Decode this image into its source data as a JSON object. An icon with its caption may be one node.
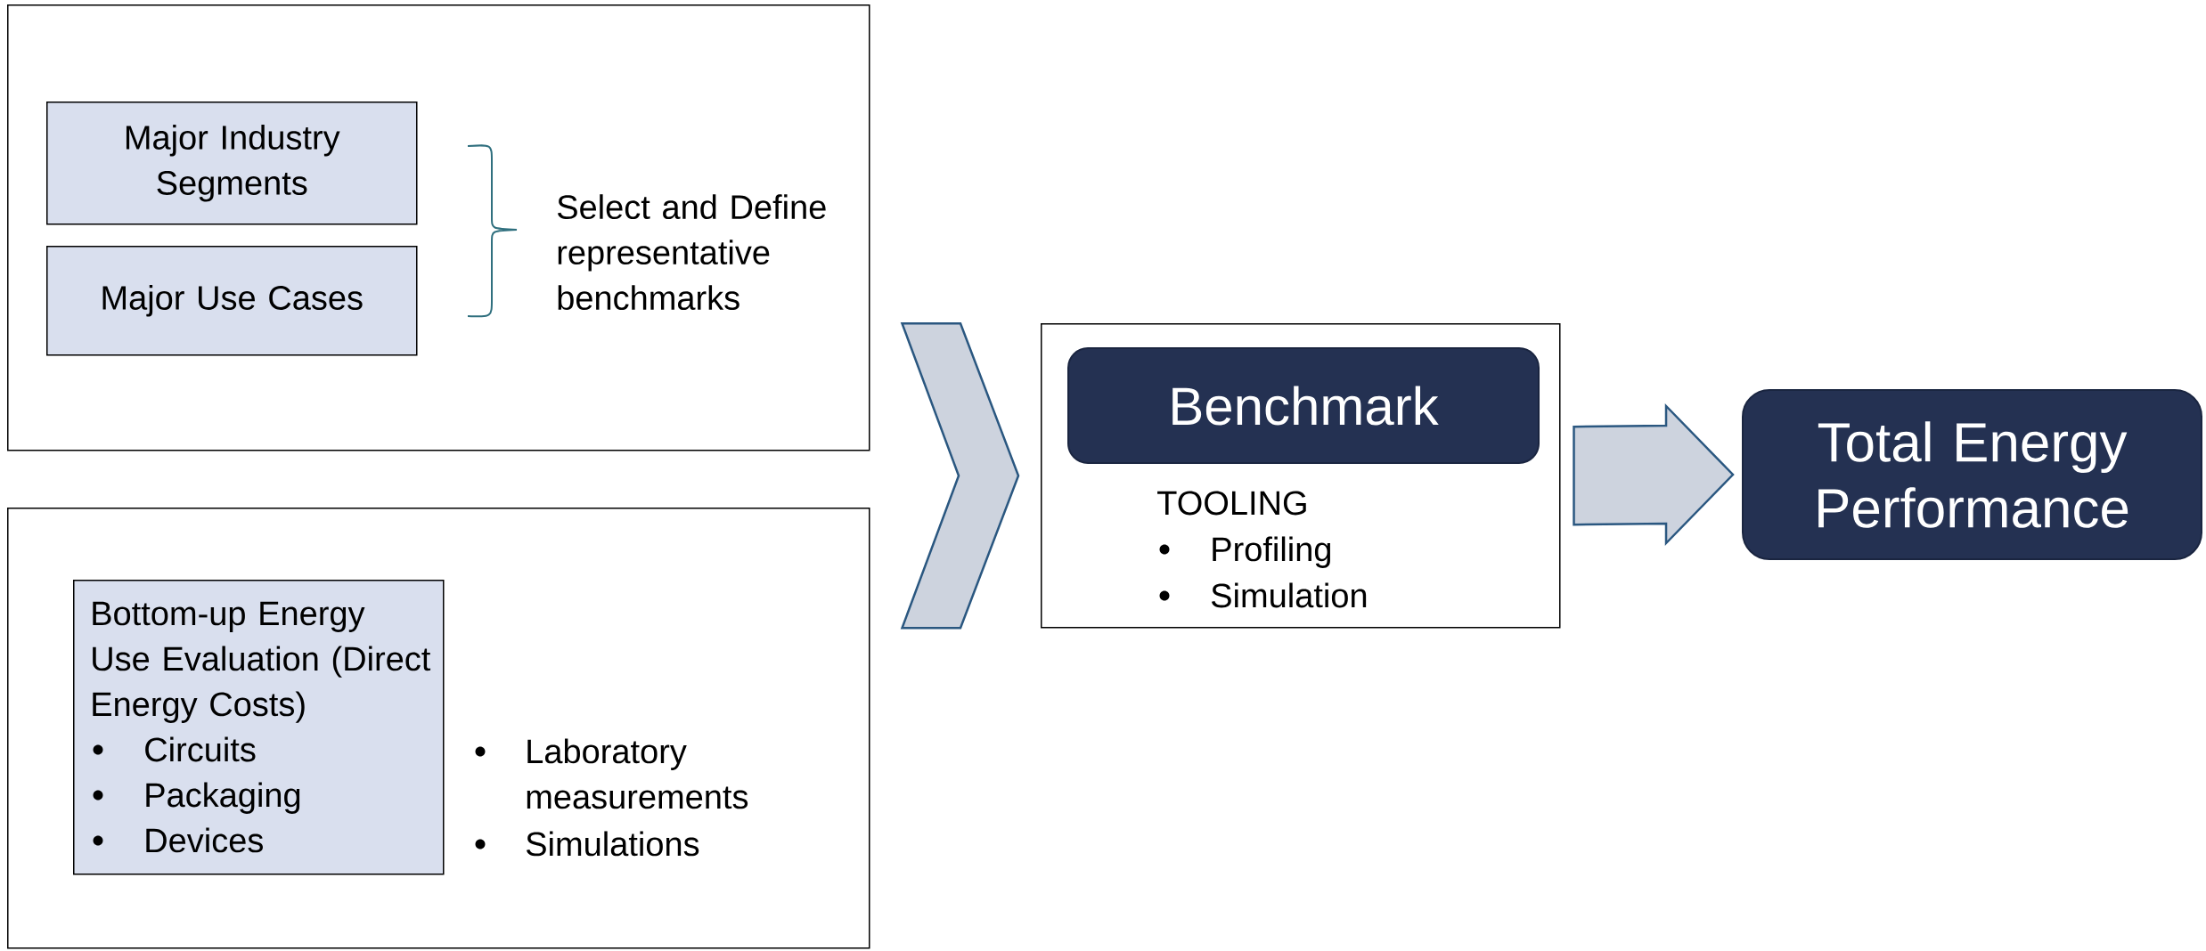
{
  "diagram": {
    "nodes": [
      {
        "text": [],
        "shape": "box"
      },
      {
        "text": [
          "Major Industry Segments"
        ],
        "in": 0
      },
      {
        "text": [
          "Major Use Cases"
        ],
        "in": 0
      },
      {
        "text": [],
        "shape": "box"
      },
      {
        "text": [
          "Bottom-up Energy Use Evaluation (Direct Energy Costs)",
          "Circuits",
          "Packaging",
          "Devices"
        ],
        "in": 3
      },
      {
        "text": [
          "TOOLING",
          "Profiling",
          "Simulation"
        ]
      },
      {
        "text": [
          "Benchmark"
        ],
        "in": 5
      },
      {
        "text": [
          "Total Energy Performance"
        ]
      }
    ],
    "edges": [
      {
        "from": 0,
        "to": 5,
        "arrow": "to"
      },
      {
        "from": 3,
        "to": 5,
        "arrow": "to"
      },
      {
        "from": 5,
        "to": 7,
        "arrow": "to"
      }
    ],
    "labels": [
      "Select and Define representative benchmarks",
      "Laboratory measurements",
      "Simulations"
    ]
  }
}
